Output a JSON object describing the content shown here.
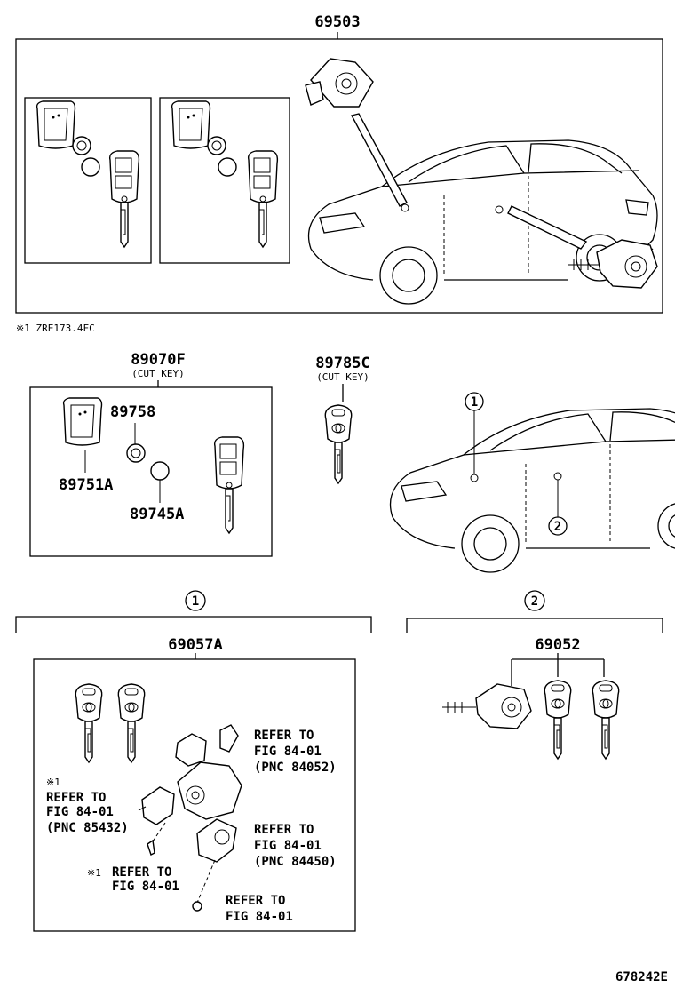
{
  "main_assembly": {
    "part_no": "69503"
  },
  "note": "※1 ZRE173.4FC",
  "key_kit": {
    "part_no": "89070F",
    "sub": "(CUT KEY)",
    "parts": {
      "holder": "89758",
      "case": "89751A",
      "battery": "89745A"
    }
  },
  "cut_key": {
    "part_no": "89785C",
    "sub": "(CUT KEY)"
  },
  "callouts": {
    "one": "1",
    "two": "2"
  },
  "group1": {
    "part_no": "69057A",
    "refs": {
      "r1": [
        "REFER TO",
        "FIG 84-01",
        "(PNC 84052)"
      ],
      "r2_mark": "※1",
      "r2": [
        "REFER TO",
        "FIG 84-01",
        "(PNC 85432)"
      ],
      "r3": [
        "REFER TO",
        "FIG 84-01",
        "(PNC 84450)"
      ],
      "r4_mark": "※1",
      "r4": [
        "REFER TO",
        "FIG 84-01"
      ],
      "r5": [
        "REFER TO",
        "FIG 84-01"
      ]
    }
  },
  "group2": {
    "part_no": "69052"
  },
  "figure_id": "678242E"
}
